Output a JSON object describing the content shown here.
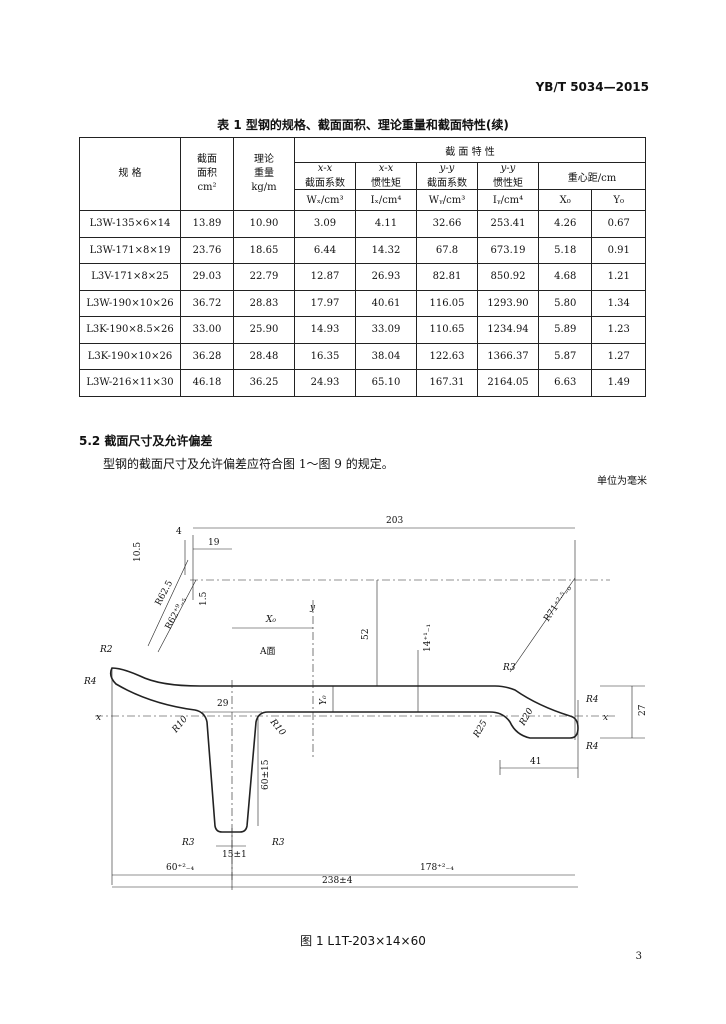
{
  "header": {
    "standard_code": "YB/T 5034—2015"
  },
  "table": {
    "caption": "表 1    型钢的规格、截面面积、理论重量和截面特性(续)",
    "headers": {
      "spec": "规  格",
      "area": "截面\n面积\ncm²",
      "weight": "理论\n重量\nkg/m",
      "section_props": "截 面 特 性",
      "axis_xx": "x-x",
      "axis_yy": "y-y",
      "modulus": "截面系数",
      "inertia": "惯性矩",
      "centroid": "重心距/cm",
      "wx": "Wₓ/cm³",
      "ix": "Iₓ/cm⁴",
      "wy": "Wᵧ/cm³",
      "iy": "Iᵧ/cm⁴",
      "x0": "X₀",
      "y0": "Y₀"
    },
    "rows": [
      [
        "L3W-135×6×14",
        "13.89",
        "10.90",
        "3.09",
        "4.11",
        "32.66",
        "253.41",
        "4.26",
        "0.67"
      ],
      [
        "L3W-171×8×19",
        "23.76",
        "18.65",
        "6.44",
        "14.32",
        "67.8",
        "673.19",
        "5.18",
        "0.91"
      ],
      [
        "L3V-171×8×25",
        "29.03",
        "22.79",
        "12.87",
        "26.93",
        "82.81",
        "850.92",
        "4.68",
        "1.21"
      ],
      [
        "L3W-190×10×26",
        "36.72",
        "28.83",
        "17.97",
        "40.61",
        "116.05",
        "1293.90",
        "5.80",
        "1.34"
      ],
      [
        "L3K-190×8.5×26",
        "33.00",
        "25.90",
        "14.93",
        "33.09",
        "110.65",
        "1234.94",
        "5.89",
        "1.23"
      ],
      [
        "L3K-190×10×26",
        "36.28",
        "28.48",
        "16.35",
        "38.04",
        "122.63",
        "1366.37",
        "5.87",
        "1.27"
      ],
      [
        "L3W-216×11×30",
        "46.18",
        "36.25",
        "24.93",
        "65.10",
        "167.31",
        "2164.05",
        "6.63",
        "1.49"
      ]
    ]
  },
  "section": {
    "heading": "5.2   截面尺寸及允许偏差",
    "body": "型钢的截面尺寸及允许偏差应符合图 1～图 9 的规定。",
    "unit_note": "单位为毫米"
  },
  "drawing": {
    "dims": {
      "d203": "203",
      "d4": "4",
      "d10_5": "10.5",
      "d19": "19",
      "d1_5": "1.5",
      "x0": "X₀",
      "y": "y",
      "y0": "Y₀",
      "d52": "52",
      "d14": "14⁺¹₋₁",
      "r62_5": "R62.5",
      "r62_9": "R62⁺⁹₋₅",
      "r71": "R71⁺²·⁵₋₀",
      "r2": "R2",
      "r4a": "R4",
      "a_face": "A面",
      "r3a": "R3",
      "r4b": "R4",
      "r4c": "R4",
      "x_left": "x",
      "x_right": "x",
      "d29": "29",
      "r10a": "R10",
      "r10b": "R10",
      "r20": "R20",
      "r25": "R25",
      "d27": "27",
      "d41": "41",
      "d60": "60±15",
      "r3b": "R3",
      "r3c": "R3",
      "d15": "15±1",
      "d60b": "60⁺²₋₄",
      "d178": "178⁺²₋₄",
      "d238": "238±4"
    },
    "caption": "图 1    L1T-203×14×60"
  },
  "footer": {
    "page_number": "3"
  }
}
